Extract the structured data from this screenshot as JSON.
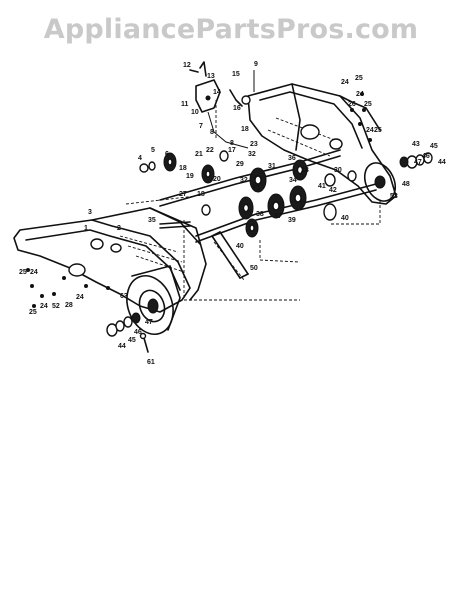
{
  "watermark": "AppliancePartsPros.com",
  "part_labels": [
    {
      "id": "p12a",
      "text": "12"
    },
    {
      "id": "p13",
      "text": "13"
    },
    {
      "id": "p15a",
      "text": "15"
    },
    {
      "id": "p9",
      "text": "9"
    },
    {
      "id": "p11",
      "text": "11"
    },
    {
      "id": "p14",
      "text": "14"
    },
    {
      "id": "p10",
      "text": "10"
    },
    {
      "id": "p16",
      "text": "16"
    },
    {
      "id": "p24a",
      "text": "24"
    },
    {
      "id": "p25a",
      "text": "25"
    },
    {
      "id": "p25b",
      "text": "25"
    },
    {
      "id": "p24b",
      "text": "24"
    },
    {
      "id": "p26",
      "text": "26"
    },
    {
      "id": "p8a",
      "text": "8"
    },
    {
      "id": "p7",
      "text": "7"
    },
    {
      "id": "p18a",
      "text": "18"
    },
    {
      "id": "p24c",
      "text": "24"
    },
    {
      "id": "p25c",
      "text": "25"
    },
    {
      "id": "p8b",
      "text": "8"
    },
    {
      "id": "p23",
      "text": "23"
    },
    {
      "id": "p4",
      "text": "4"
    },
    {
      "id": "p5",
      "text": "5"
    },
    {
      "id": "p6",
      "text": "6"
    },
    {
      "id": "p21",
      "text": "21"
    },
    {
      "id": "p22",
      "text": "22"
    },
    {
      "id": "p17",
      "text": "17"
    },
    {
      "id": "p32a",
      "text": "32"
    },
    {
      "id": "p29",
      "text": "29"
    },
    {
      "id": "p18b",
      "text": "18"
    },
    {
      "id": "p19",
      "text": "19"
    },
    {
      "id": "p20",
      "text": "20"
    },
    {
      "id": "p31",
      "text": "31"
    },
    {
      "id": "p36",
      "text": "36"
    },
    {
      "id": "p34",
      "text": "34"
    },
    {
      "id": "p28",
      "text": "28"
    },
    {
      "id": "p32b",
      "text": "32"
    },
    {
      "id": "p33",
      "text": "33"
    },
    {
      "id": "p27",
      "text": "27"
    },
    {
      "id": "p18c",
      "text": "18"
    },
    {
      "id": "p37",
      "text": "37"
    },
    {
      "id": "p39",
      "text": "39"
    },
    {
      "id": "p38",
      "text": "38"
    },
    {
      "id": "p41",
      "text": "41"
    },
    {
      "id": "p42",
      "text": "42"
    },
    {
      "id": "p30",
      "text": "30"
    },
    {
      "id": "p3",
      "text": "3"
    },
    {
      "id": "p35",
      "text": "35"
    },
    {
      "id": "p1",
      "text": "1"
    },
    {
      "id": "p2",
      "text": "2"
    },
    {
      "id": "p40",
      "text": "40"
    },
    {
      "id": "p43a",
      "text": "43"
    },
    {
      "id": "p46a",
      "text": "46"
    },
    {
      "id": "p45a",
      "text": "45"
    },
    {
      "id": "p44a",
      "text": "44"
    },
    {
      "id": "p47a",
      "text": "47"
    },
    {
      "id": "p48",
      "text": "48"
    },
    {
      "id": "p53",
      "text": "53"
    },
    {
      "id": "p25d",
      "text": "25"
    },
    {
      "id": "p24d",
      "text": "24"
    },
    {
      "id": "p25e",
      "text": "25"
    },
    {
      "id": "p24e",
      "text": "24"
    },
    {
      "id": "p52",
      "text": "52"
    },
    {
      "id": "p28b",
      "text": "28"
    },
    {
      "id": "p24f",
      "text": "24"
    },
    {
      "id": "p50",
      "text": "50"
    },
    {
      "id": "p63",
      "text": "63"
    },
    {
      "id": "p47b",
      "text": "47"
    },
    {
      "id": "p46b",
      "text": "46"
    },
    {
      "id": "p45b",
      "text": "45"
    },
    {
      "id": "p44b",
      "text": "44"
    },
    {
      "id": "p61",
      "text": "61"
    },
    {
      "id": "p40b",
      "text": "40"
    }
  ]
}
